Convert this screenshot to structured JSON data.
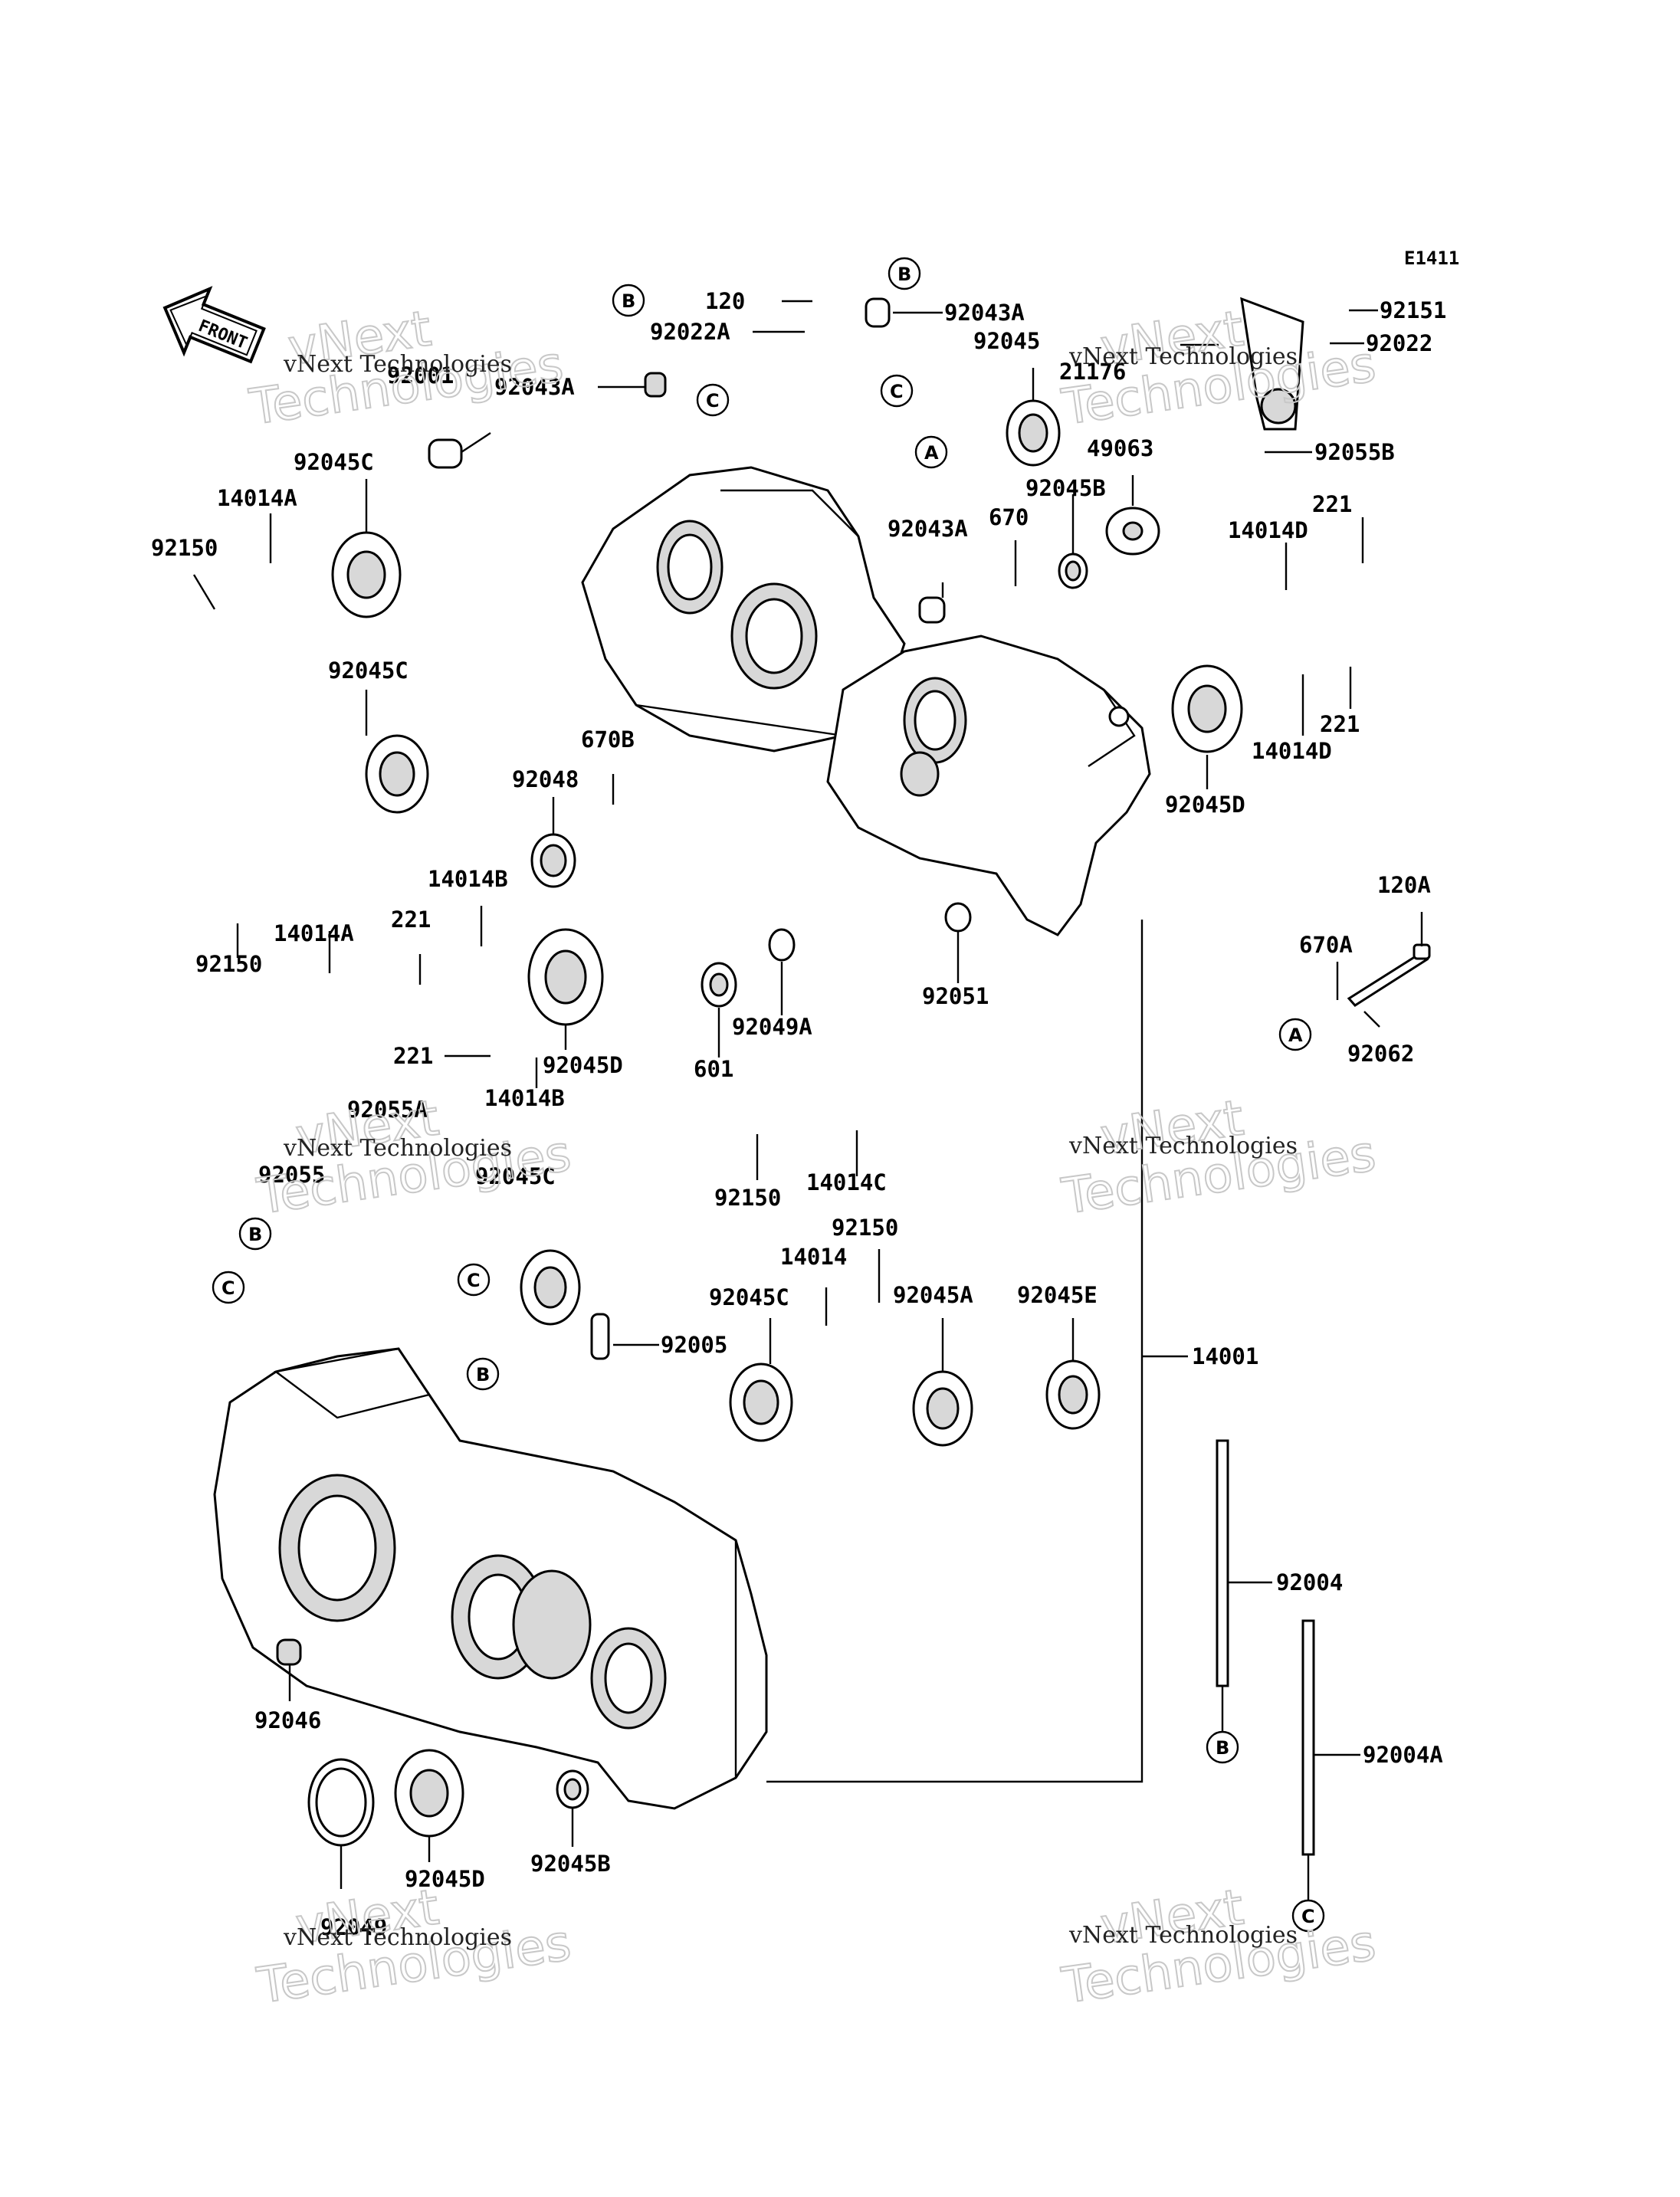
{
  "diagram_code": "E1411",
  "front_arrow_label": "FRONT",
  "watermark": {
    "line1": "vNext Technologies",
    "line2": "vNext Technologies"
  },
  "refs": {
    "A": "A",
    "B": "B",
    "C": "C"
  },
  "parts": {
    "p120": "120",
    "p92043A_top": "92043A",
    "p92022A": "92022A",
    "p92045_top": "92045",
    "p92001": "92001",
    "p92043A_left": "92043A",
    "p92045C_1": "92045C",
    "p14014A_1": "14014A",
    "p92150_1": "92150",
    "p92045C_2": "92045C",
    "p670B": "670B",
    "p92048": "92048",
    "p14014B_1": "14014B",
    "p221_1": "221",
    "p14014A_2": "14014A",
    "p92150_2": "92150",
    "p92045D_1": "92045D",
    "p221_2": "221",
    "p14014B_2": "14014B",
    "p92049A": "92049A",
    "p601": "601",
    "p92051": "92051",
    "p92043A_mid": "92043A",
    "p670": "670",
    "p92045B_1": "92045B",
    "p49063": "49063",
    "p21176": "21176",
    "p92151": "92151",
    "p92022": "92022",
    "p92055B": "92055B",
    "p221_3": "221",
    "p14014D_1": "14014D",
    "p221_4": "221",
    "p14014D_2": "14014D",
    "p92045D_2": "92045D",
    "p120A": "120A",
    "p670A": "670A",
    "p92062": "92062",
    "p92150_3": "92150",
    "p14014C": "14014C",
    "p92055A": "92055A",
    "p92055": "92055",
    "p92045C_3": "92045C",
    "p14014": "14014",
    "p92150_4": "92150",
    "p92045C_4": "92045C",
    "p92045A": "92045A",
    "p92045E": "92045E",
    "p92005": "92005",
    "p14001": "14001",
    "p92004": "92004",
    "p92004A": "92004A",
    "p92046": "92046",
    "p92045D_3": "92045D",
    "p92045B_2": "92045B",
    "p92049": "92049"
  }
}
